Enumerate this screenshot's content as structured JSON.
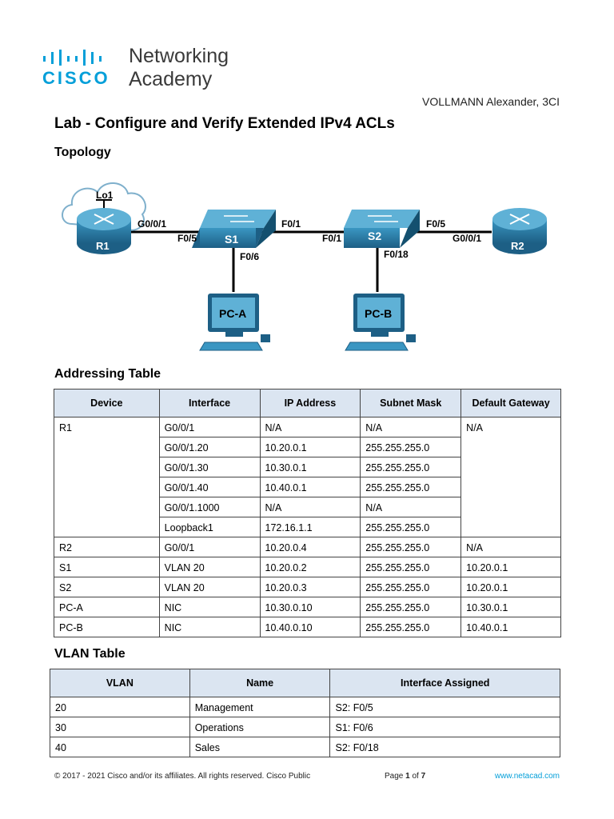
{
  "logo": {
    "brand": "CISCO",
    "line1": "Networking",
    "line2": "Academy"
  },
  "author": "VOLLMANN Alexander, 3CI",
  "title": "Lab - Configure and Verify Extended IPv4 ACLs",
  "sections": {
    "topology": "Topology",
    "addressing": "Addressing Table",
    "vlan": "VLAN Table"
  },
  "topology": {
    "devices": {
      "r1": "R1",
      "s1": "S1",
      "s2": "S2",
      "r2": "R2",
      "pca": "PC-A",
      "pcb": "PC-B",
      "lo1": "Lo1"
    },
    "ports": {
      "r1_g": "G0/0/1",
      "s1_f5": "F0/5",
      "s1_f1": "F0/1",
      "s1_f6": "F0/6",
      "s2_f1": "F0/1",
      "s2_f5": "F0/5",
      "s2_f18": "F0/18",
      "r2_g": "G0/0/1"
    }
  },
  "addressing_table": {
    "headers": [
      "Device",
      "Interface",
      "IP Address",
      "Subnet Mask",
      "Default Gateway"
    ],
    "rows": [
      [
        "R1",
        "G0/0/1",
        "N/A",
        "N/A",
        "N/A"
      ],
      [
        "",
        "G0/0/1.20",
        "10.20.0.1",
        "255.255.255.0",
        ""
      ],
      [
        "",
        "G0/0/1.30",
        "10.30.0.1",
        "255.255.255.0",
        ""
      ],
      [
        "",
        "G0/0/1.40",
        "10.40.0.1",
        "255.255.255.0",
        ""
      ],
      [
        "",
        "G0/0/1.1000",
        "N/A",
        "N/A",
        ""
      ],
      [
        "",
        "Loopback1",
        "172.16.1.1",
        "255.255.255.0",
        ""
      ],
      [
        "R2",
        "G0/0/1",
        "10.20.0.4",
        "255.255.255.0",
        "N/A"
      ],
      [
        "S1",
        "VLAN 20",
        "10.20.0.2",
        "255.255.255.0",
        "10.20.0.1"
      ],
      [
        "S2",
        "VLAN 20",
        "10.20.0.3",
        "255.255.255.0",
        "10.20.0.1"
      ],
      [
        "PC-A",
        "NIC",
        "10.30.0.10",
        "255.255.255.0",
        "10.30.0.1"
      ],
      [
        "PC-B",
        "NIC",
        "10.40.0.10",
        "255.255.255.0",
        "10.40.0.1"
      ]
    ]
  },
  "vlan_table": {
    "headers": [
      "VLAN",
      "Name",
      "Interface Assigned"
    ],
    "rows": [
      [
        "20",
        "Management",
        "S2:  F0/5"
      ],
      [
        "30",
        "Operations",
        "S1:  F0/6"
      ],
      [
        "40",
        "Sales",
        "S2:  F0/18"
      ]
    ]
  },
  "footer": {
    "copyright": "© 2017 - 2021 Cisco and/or its affiliates. All rights reserved. Cisco Public",
    "page_prefix": "Page ",
    "page_num": "1",
    "page_of": " of ",
    "page_total": "7",
    "link": "www.netacad.com"
  },
  "colors": {
    "brand_blue": "#049fd9",
    "header_fill": "#dbe5f1",
    "device_blue": "#2a7fa8"
  }
}
